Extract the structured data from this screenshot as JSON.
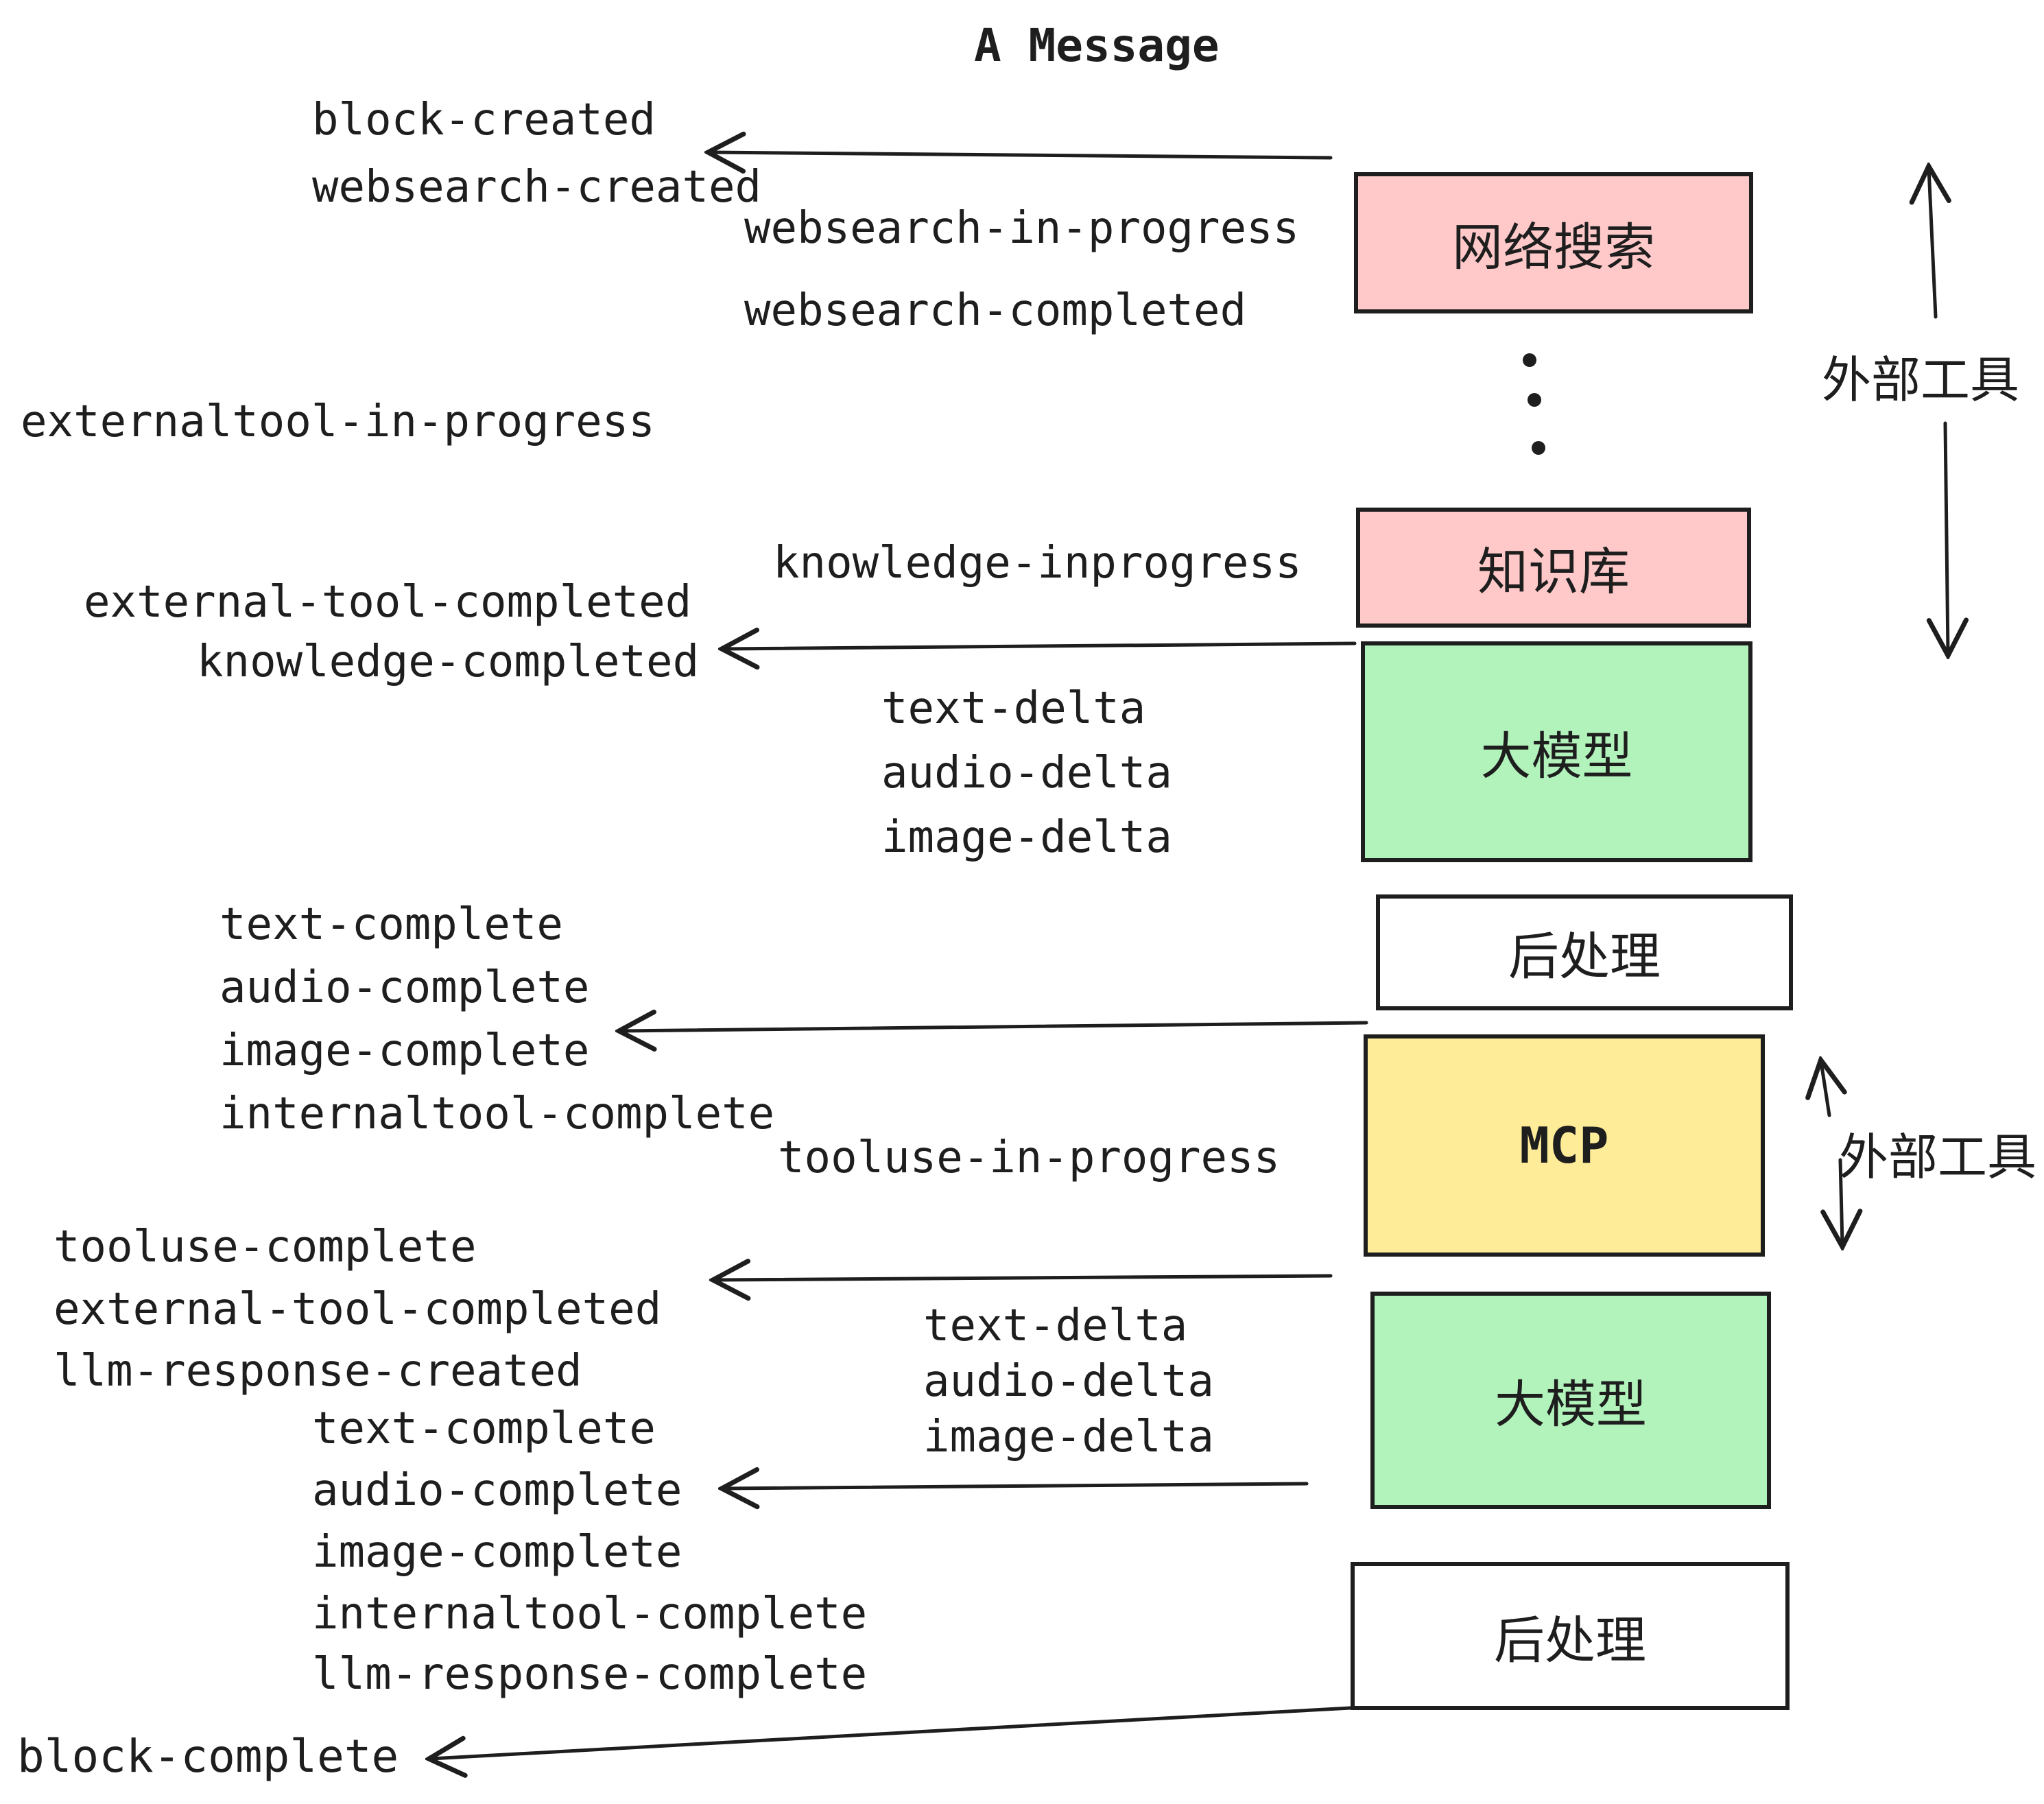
{
  "diagram_title": "A Message",
  "colors": {
    "stroke": "#1e1e1e",
    "pink": "#ffc9c9",
    "green": "#b2f2bb",
    "yellow": "#ffec99",
    "white": "#ffffff"
  },
  "events": {
    "block_created": "block-created",
    "websearch_created": "websearch-created",
    "websearch_in_progress": "websearch-in-progress",
    "websearch_completed": "websearch-completed",
    "externaltool_in_progress": "externaltool-in-progress",
    "knowledge_inprogress": "knowledge-inprogress",
    "external_tool_completed_1": "external-tool-completed",
    "knowledge_completed": "knowledge-completed",
    "text_delta_1": "text-delta",
    "audio_delta_1": "audio-delta",
    "image_delta_1": "image-delta",
    "text_complete_1": "text-complete",
    "audio_complete_1": "audio-complete",
    "image_complete_1": "image-complete",
    "internaltool_complete_1": "internaltool-complete",
    "tooluse_in_progress": "tooluse-in-progress",
    "tooluse_complete": "tooluse-complete",
    "external_tool_completed_2": "external-tool-completed",
    "llm_response_created": "llm-response-created",
    "text_delta_2": "text-delta",
    "audio_delta_2": "audio-delta",
    "image_delta_2": "image-delta",
    "text_complete_2": "text-complete",
    "audio_complete_2": "audio-complete",
    "image_complete_2": "image-complete",
    "internaltool_complete_2": "internaltool-complete",
    "llm_response_complete": "llm-response-complete",
    "block_complete": "block-complete"
  },
  "nodes": [
    {
      "id": "websearch",
      "label": "网络搜索",
      "color": "#ffc9c9"
    },
    {
      "id": "knowledge",
      "label": "知识库",
      "color": "#ffc9c9"
    },
    {
      "id": "llm-1",
      "label": "大模型",
      "color": "#b2f2bb"
    },
    {
      "id": "postprocess-1",
      "label": "后处理",
      "color": "#ffffff"
    },
    {
      "id": "mcp",
      "label": "MCP",
      "color": "#ffec99"
    },
    {
      "id": "llm-2",
      "label": "大模型",
      "color": "#b2f2bb"
    },
    {
      "id": "postprocess-2",
      "label": "后处理",
      "color": "#ffffff"
    }
  ],
  "annotations": {
    "external_tools_top": "外部工具",
    "external_tools_bottom": "外部工具"
  }
}
